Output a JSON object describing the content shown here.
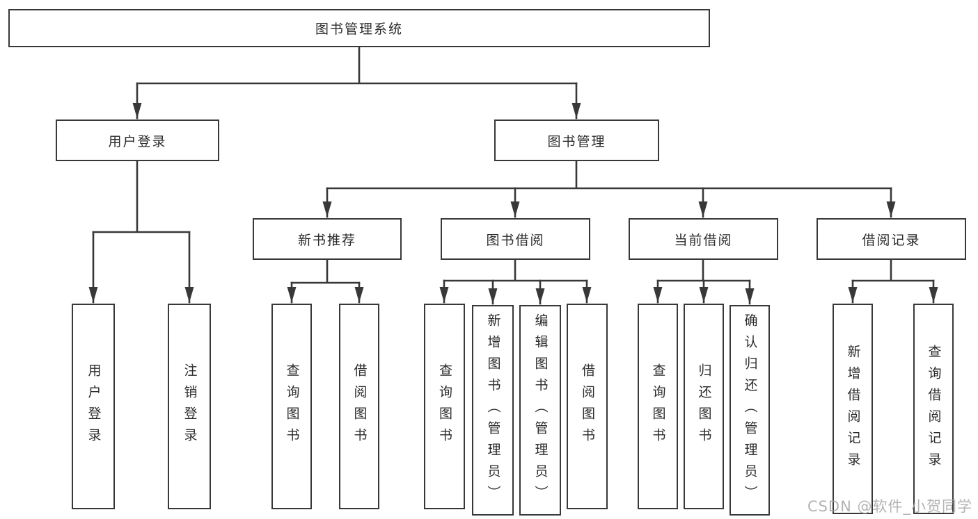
{
  "tree": {
    "label": "图书管理系统",
    "children": [
      {
        "label": "用户登录",
        "children": [
          {
            "label": "用户登录"
          },
          {
            "label": "注销登录"
          }
        ]
      },
      {
        "label": "图书管理",
        "children": [
          {
            "label": "新书推荐",
            "children": [
              {
                "label": "查询图书"
              },
              {
                "label": "借阅图书"
              }
            ]
          },
          {
            "label": "图书借阅",
            "children": [
              {
                "label": "查询图书"
              },
              {
                "label": "新增图书（管理员）"
              },
              {
                "label": "编辑图书（管理员）"
              },
              {
                "label": "借阅图书"
              }
            ]
          },
          {
            "label": "当前借阅",
            "children": [
              {
                "label": "查询图书"
              },
              {
                "label": "归还图书"
              },
              {
                "label": "确认归还（管理员）"
              }
            ]
          },
          {
            "label": "借阅记录",
            "children": [
              {
                "label": "新增借阅记录"
              },
              {
                "label": "查询借阅记录"
              }
            ]
          }
        ]
      }
    ]
  },
  "watermark": {
    "text": "CSDN @软件_小贺同学"
  },
  "colors": {
    "line": "#383838",
    "text": "#2b2b2b",
    "watermark": "#a6a6a6",
    "background": "#ffffff"
  }
}
